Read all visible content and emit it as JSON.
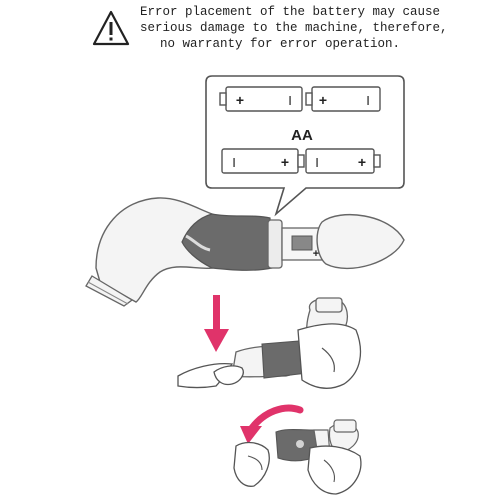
{
  "warning": {
    "icon": "warning-triangle-icon",
    "lines": [
      "Error placement of the battery may cause",
      "serious damage to the machine, therefore,",
      "no warranty for error operation."
    ]
  },
  "battery_panel": {
    "label": "AA",
    "top_row": [
      {
        "left": "+",
        "right": "I"
      },
      {
        "left": "+",
        "right": "I"
      }
    ],
    "bottom_row": [
      {
        "left": "I",
        "right": "+"
      },
      {
        "left": "I",
        "right": "+"
      }
    ]
  },
  "device": {
    "terminal_label": "+"
  },
  "colors": {
    "line": "#555555",
    "grip": "#6b6b6b",
    "arrow": "#e0336a",
    "body": "#f2f2f2"
  }
}
